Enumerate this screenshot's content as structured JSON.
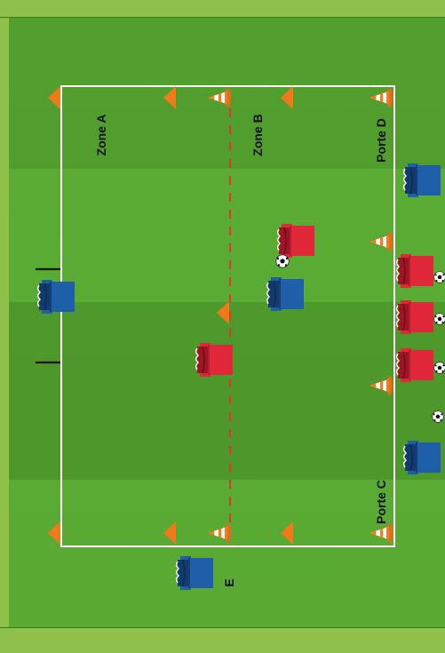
{
  "labels": {
    "zone_a": "Zone A",
    "zone_b": "Zone B",
    "porte_d": "Porte D",
    "porte_c": "Porte C",
    "player_e": "E"
  },
  "colors": {
    "frame_green": "#8fc04b",
    "pitch_light": "#59a532",
    "pitch_dark": "#4b9128",
    "line_white": "#ffffff",
    "dashed_red": "#e4372c",
    "cone_orange": "#f07a1a",
    "team_blue": "#1f5ea8",
    "team_red": "#e0283a",
    "goal_post": "#111111"
  },
  "icons": {
    "cone": "cone-icon",
    "flag": "triangle-marker-icon",
    "ball": "soccer-ball-icon",
    "blue_player": "blue-jersey-icon",
    "red_player": "red-jersey-icon",
    "goal": "goal-post-icon"
  }
}
